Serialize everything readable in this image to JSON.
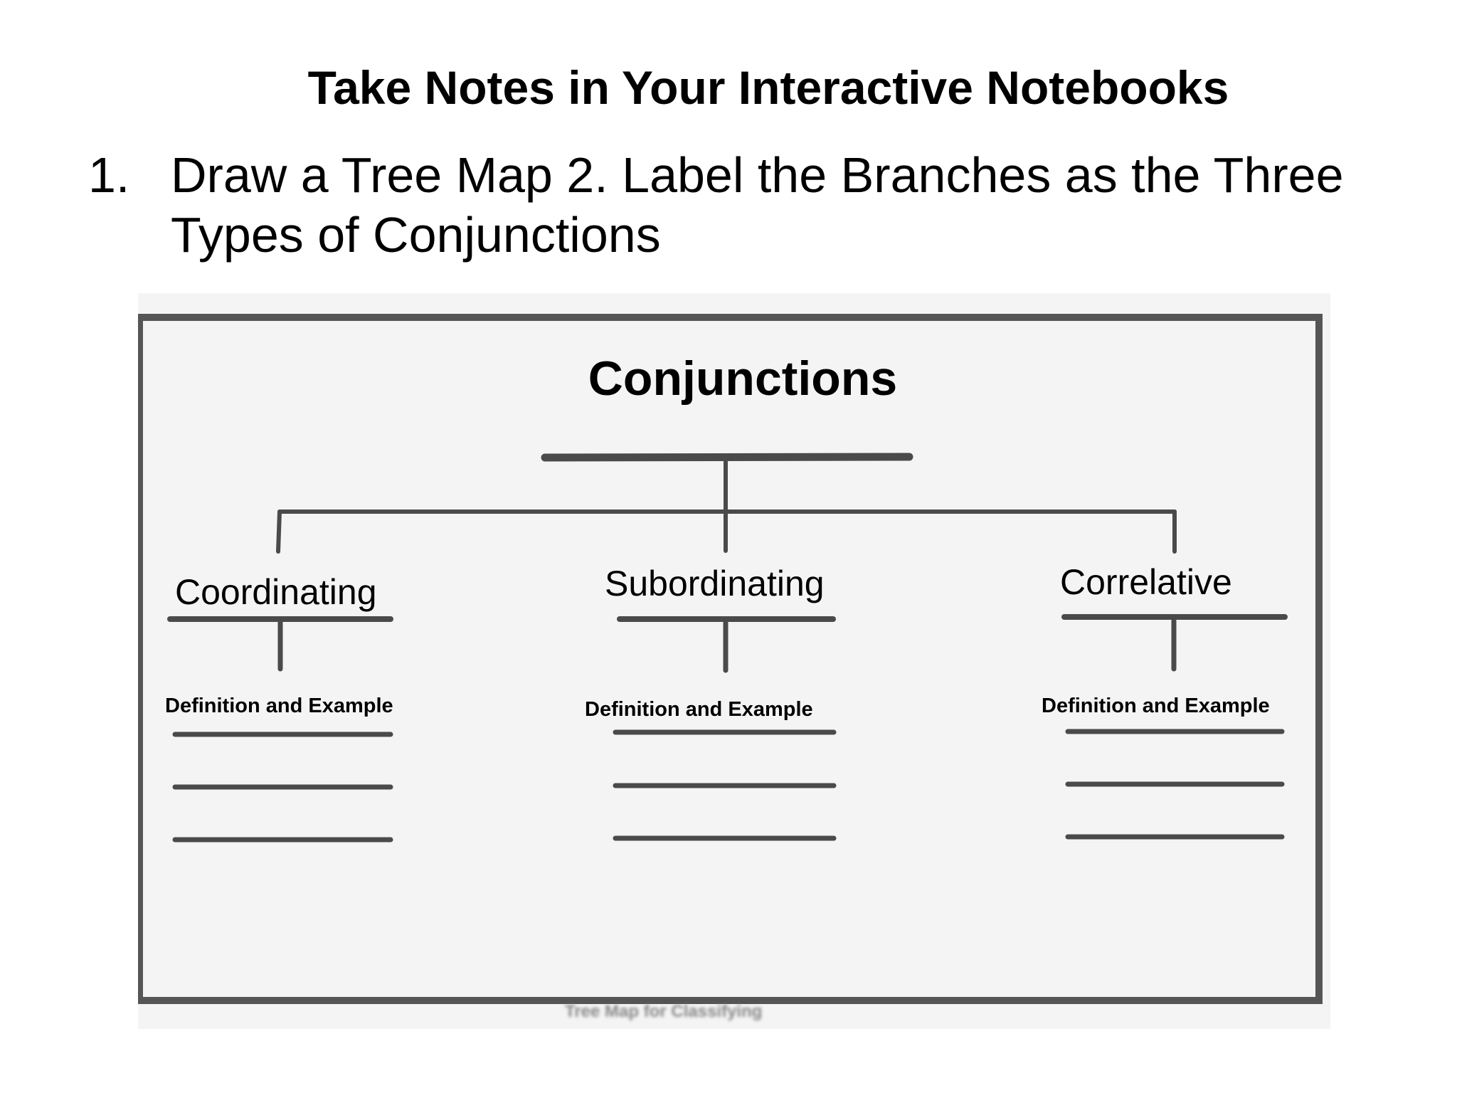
{
  "slide": {
    "title": "Take Notes in Your Interactive Notebooks",
    "instruction_number": "1.",
    "instruction_text": "Draw a Tree Map 2. Label the Branches as the Three Types of Conjunctions"
  },
  "diagram": {
    "root": "Conjunctions",
    "branches": [
      {
        "label": "Coordinating",
        "detail": "Definition and Example"
      },
      {
        "label": "Subordinating",
        "detail": "Definition and Example"
      },
      {
        "label": "Correlative",
        "detail": "Definition and Example"
      }
    ],
    "caption": "Tree Map for Classifying"
  },
  "colors": {
    "line": "#4a4a4a",
    "frame": "#555555",
    "panel": "#f4f4f4"
  }
}
